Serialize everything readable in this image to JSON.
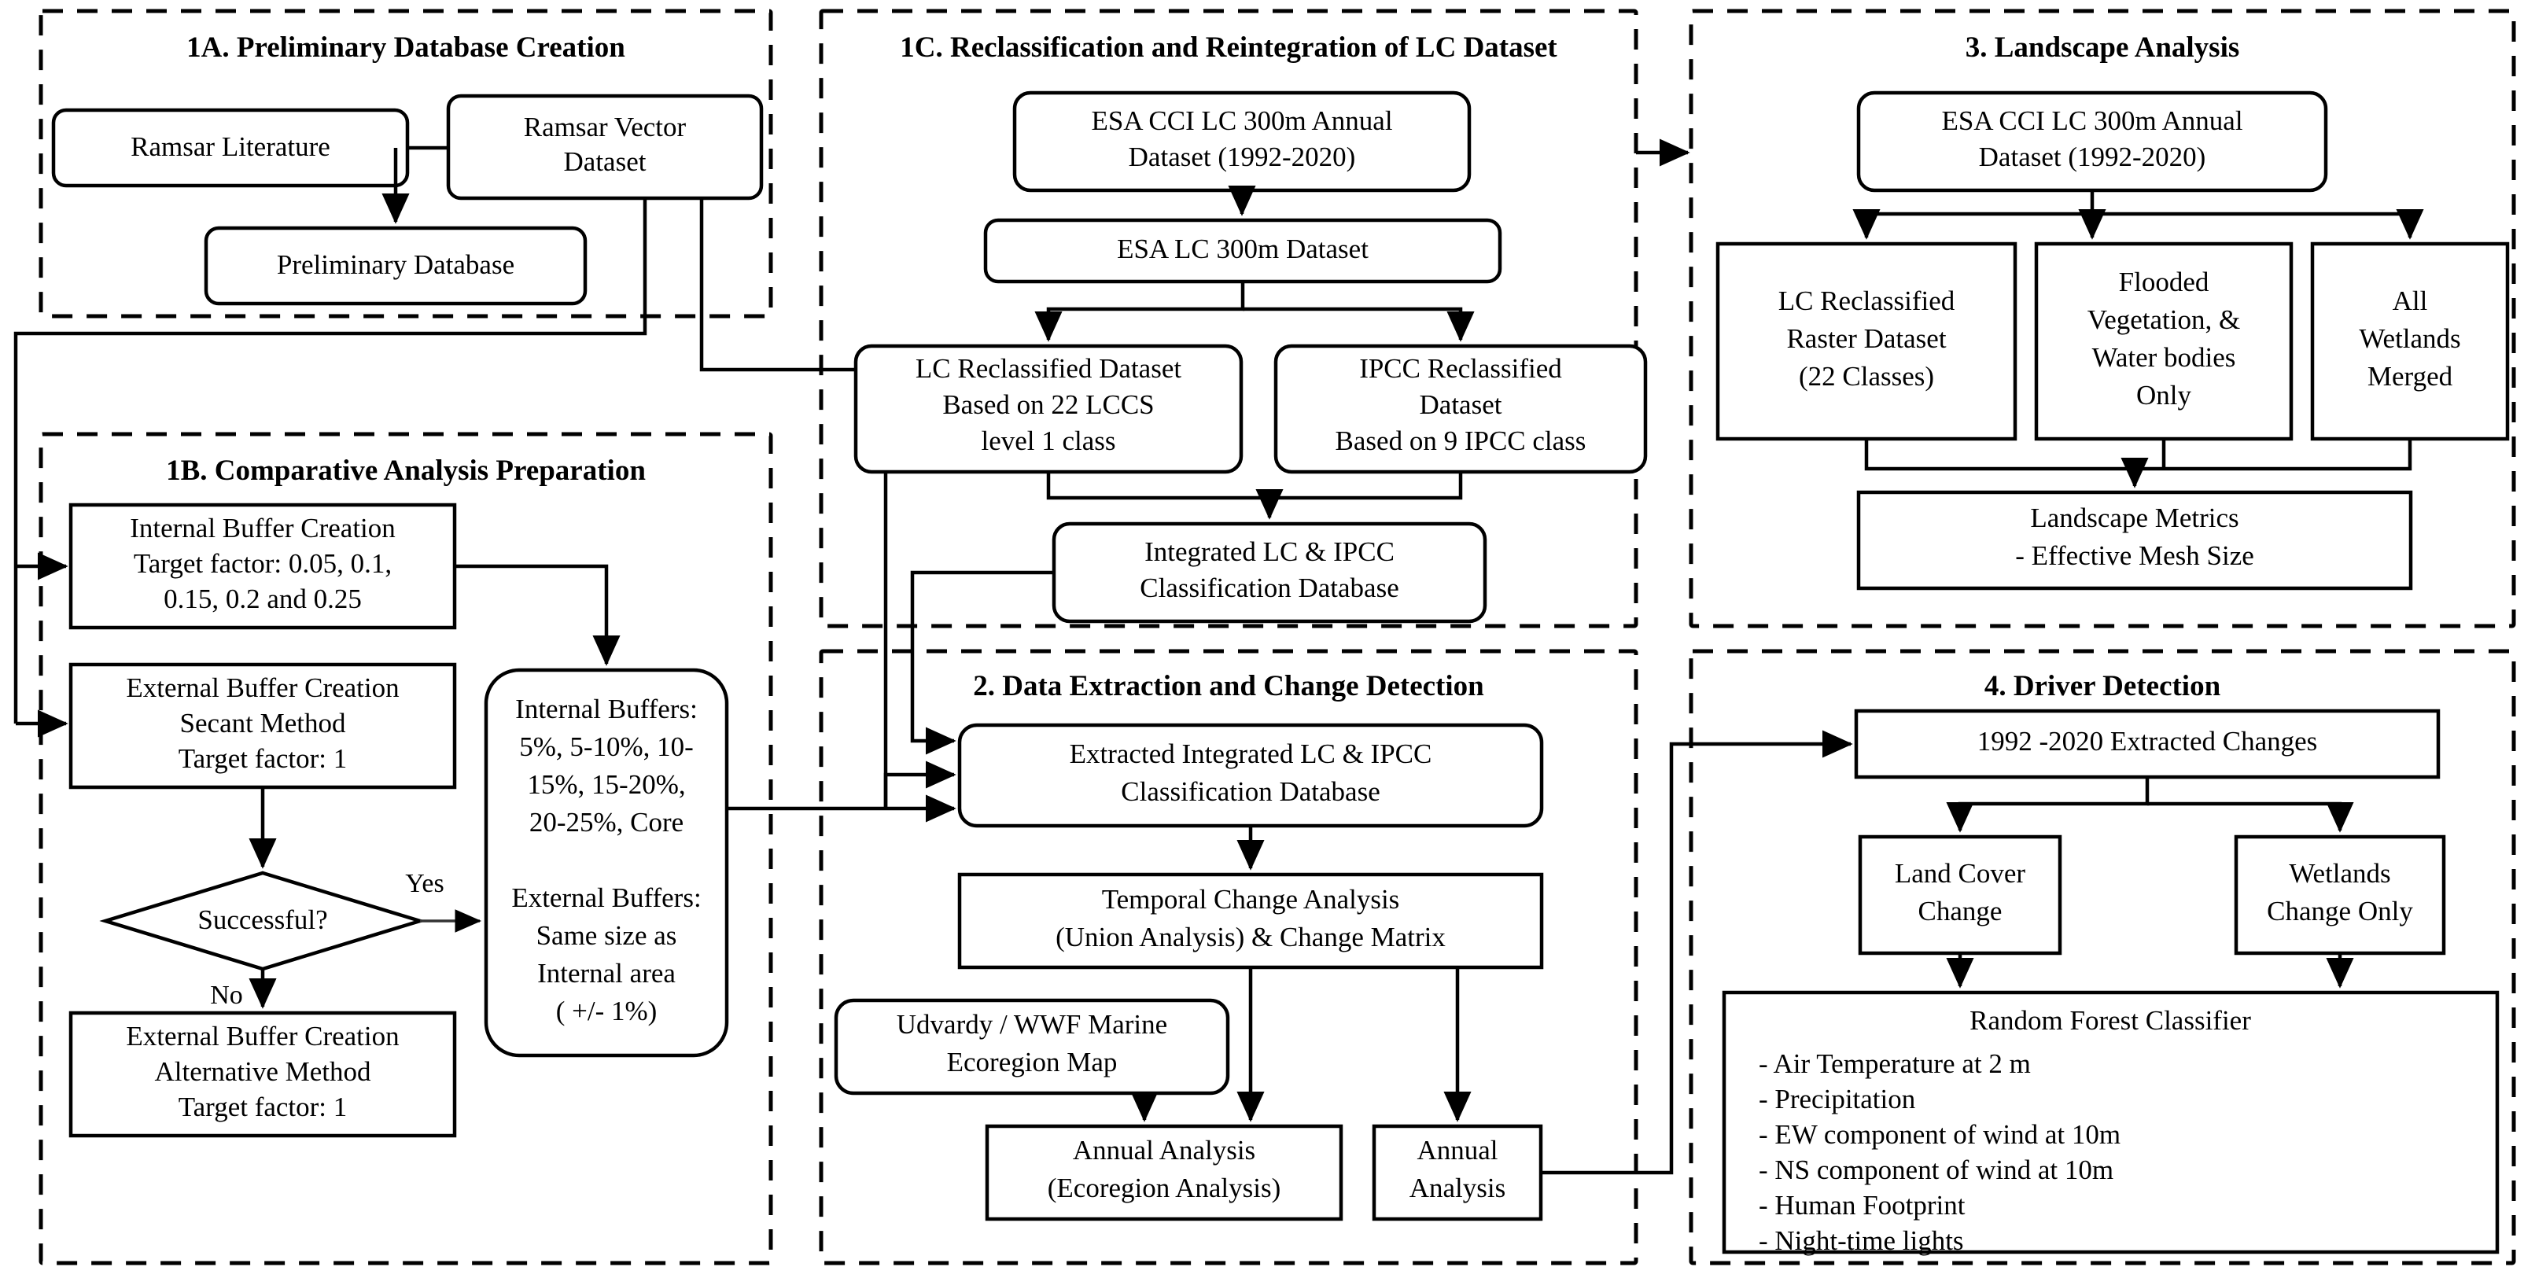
{
  "diagram": {
    "title_hidden": "Wetland Land Cover Change Analysis Workflow",
    "panels": [
      {
        "id": "1A",
        "title": "1A. Preliminary Database Creation",
        "nodes": [
          {
            "id": "ramsar-literature",
            "label": "Ramsar Literature"
          },
          {
            "id": "ramsar-vector-dataset",
            "label": "Ramsar Vector\nDataset"
          },
          {
            "id": "preliminary-database",
            "label": "Preliminary Database"
          }
        ]
      },
      {
        "id": "1B",
        "title": "1B. Comparative Analysis Preparation",
        "nodes": [
          {
            "id": "internal-buffer-creation",
            "label": "Internal Buffer Creation\nTarget factor: 0.05, 0.1,\n0.15, 0.2 and 0.25"
          },
          {
            "id": "external-buffer-secant",
            "label": "External Buffer Creation\nSecant Method\nTarget factor: 1"
          },
          {
            "id": "successful-decision",
            "label": "Successful?"
          },
          {
            "id": "external-buffer-alternative",
            "label": "External Buffer Creation\nAlternative Method\nTarget factor: 1"
          },
          {
            "id": "buffers-summary",
            "label": "Internal Buffers:\n5%, 5-10%, 10-\n15%, 15-20%,\n20-25%, Core\n\nExternal Buffers:\nSame size as\nInternal area\n( +/- 1%)"
          }
        ],
        "edge_labels": {
          "yes": "Yes",
          "no": "No"
        }
      },
      {
        "id": "1C",
        "title": "1C. Reclassification and Reintegration of LC Dataset",
        "nodes": [
          {
            "id": "esa-cci-annual-1c",
            "label": "ESA CCI LC 300m Annual\nDataset (1992-2020)"
          },
          {
            "id": "esa-lc-300m-dataset",
            "label": "ESA LC 300m Dataset"
          },
          {
            "id": "lc-reclassified-dataset",
            "label": "LC Reclassified Dataset\nBased on 22 LCCS\nlevel 1 class"
          },
          {
            "id": "ipcc-reclassified-dataset",
            "label": "IPCC Reclassified\nDataset\nBased on 9 IPCC class"
          },
          {
            "id": "integrated-lc-ipcc-db",
            "label": "Integrated LC & IPCC\nClassification Database"
          }
        ]
      },
      {
        "id": "2",
        "title": "2. Data Extraction and Change Detection",
        "nodes": [
          {
            "id": "extracted-integrated-db",
            "label": "Extracted Integrated LC & IPCC\nClassification Database"
          },
          {
            "id": "temporal-change-analysis",
            "label": "Temporal Change Analysis\n(Union Analysis) & Change Matrix"
          },
          {
            "id": "ecoregion-map",
            "label": "Udvardy / WWF Marine\nEcoregion Map"
          },
          {
            "id": "annual-analysis-ecoregion",
            "label": "Annual Analysis\n(Ecoregion Analysis)"
          },
          {
            "id": "annual-analysis",
            "label": "Annual\nAnalysis"
          }
        ]
      },
      {
        "id": "3",
        "title": "3. Landscape Analysis",
        "nodes": [
          {
            "id": "esa-cci-annual-3",
            "label": "ESA CCI LC 300m Annual\nDataset (1992-2020)"
          },
          {
            "id": "lc-reclassified-raster",
            "label": "LC Reclassified\nRaster Dataset\n(22 Classes)"
          },
          {
            "id": "flooded-vegetation-water",
            "label": "Flooded\nVegetation, &\nWater bodies\nOnly"
          },
          {
            "id": "all-wetlands-merged",
            "label": "All\nWetlands\nMerged"
          },
          {
            "id": "landscape-metrics",
            "label": "Landscape Metrics\n- Effective Mesh Size"
          }
        ]
      },
      {
        "id": "4",
        "title": "4. Driver Detection",
        "nodes": [
          {
            "id": "extracted-changes",
            "label": "1992 -2020 Extracted Changes"
          },
          {
            "id": "land-cover-change",
            "label": "Land Cover\nChange"
          },
          {
            "id": "wetlands-change-only",
            "label": "Wetlands\nChange Only"
          },
          {
            "id": "random-forest-classifier",
            "label": "Random Forest Classifier"
          }
        ],
        "rf_items": [
          "- Air Temperature at 2 m",
          "- Precipitation",
          "- EW component of wind at 10m",
          "- NS component of wind at 10m",
          "- Human Footprint",
          "- Night-time  lights"
        ]
      }
    ]
  },
  "style": {
    "line_color": "#000000",
    "box_fill": "#ffffff",
    "background": "#ffffff"
  }
}
